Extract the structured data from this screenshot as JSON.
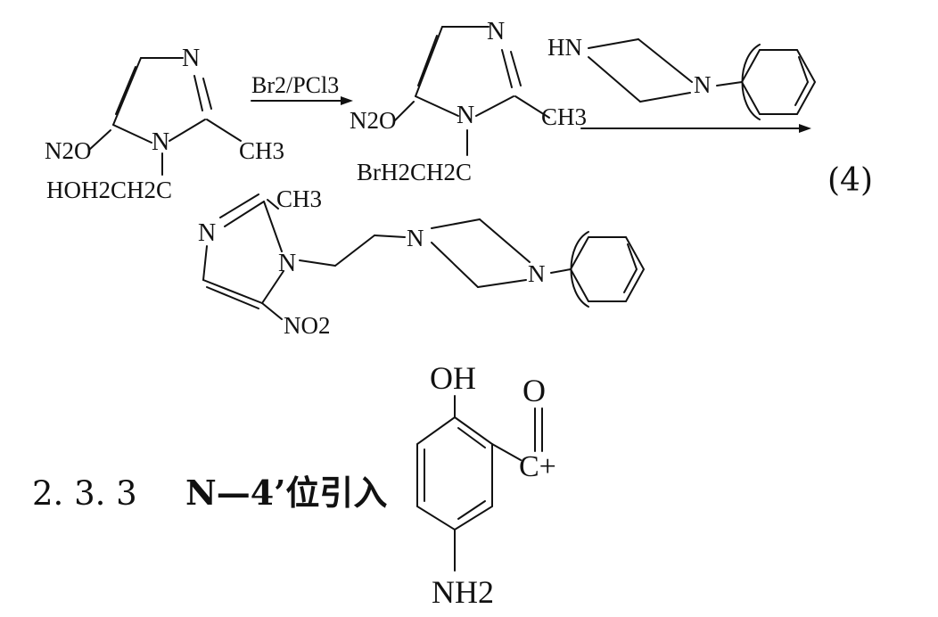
{
  "reaction": {
    "reagent_step1": "Br2/PCl3",
    "equation_number": "(4)"
  },
  "molecules": {
    "starting_material": {
      "nitro_group": "N2O",
      "ring_nitrogen_top": "N",
      "ring_nitrogen_bottom": "N",
      "methyl": "CH3",
      "side_chain": "HOH2CH2C"
    },
    "bromo_intermediate": {
      "nitro_group": "N2O",
      "ring_nitrogen_top": "N",
      "ring_nitrogen_bottom": "N",
      "methyl": "CH3",
      "side_chain": "BrH2CH2C"
    },
    "phenylpiperazine": {
      "nh": "HN",
      "n": "N"
    },
    "product": {
      "methyl": "CH3",
      "ring_nitrogen_left": "N",
      "ring_nitrogen_right": "N",
      "piperazine_n1": "N",
      "piperazine_n4": "N",
      "nitro_group": "NO2"
    },
    "acylium_fragment": {
      "hydroxyl": "OH",
      "oxygen": "O",
      "carbon_cation": "C+",
      "amine": "NH2"
    }
  },
  "section": {
    "number": "2. 3. 3",
    "title": "N—4’位引入"
  }
}
